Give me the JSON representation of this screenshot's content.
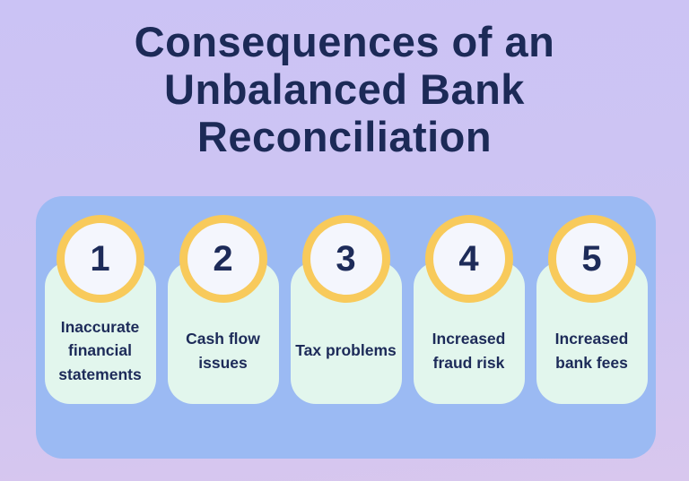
{
  "title": {
    "full": "Consequences of an Unbalanced Bank Reconciliation",
    "lines": [
      "Consequences of an",
      "Unbalanced Bank",
      "Reconciliation"
    ]
  },
  "colors": {
    "background_top": "#cbc3f5",
    "background_bottom": "#d8c7ee",
    "panel_blue": "#9bbaf3",
    "card_mint": "#e2f6ed",
    "ring_yellow": "#f8ca5b",
    "circle_fill": "#f4f6fd",
    "text_navy": "#1d2b59"
  },
  "items": [
    {
      "number": "1",
      "label": "Inaccurate financial statements"
    },
    {
      "number": "2",
      "label": "Cash flow issues"
    },
    {
      "number": "3",
      "label": "Tax problems"
    },
    {
      "number": "4",
      "label": "Increased fraud risk"
    },
    {
      "number": "5",
      "label": "Increased bank fees"
    }
  ]
}
